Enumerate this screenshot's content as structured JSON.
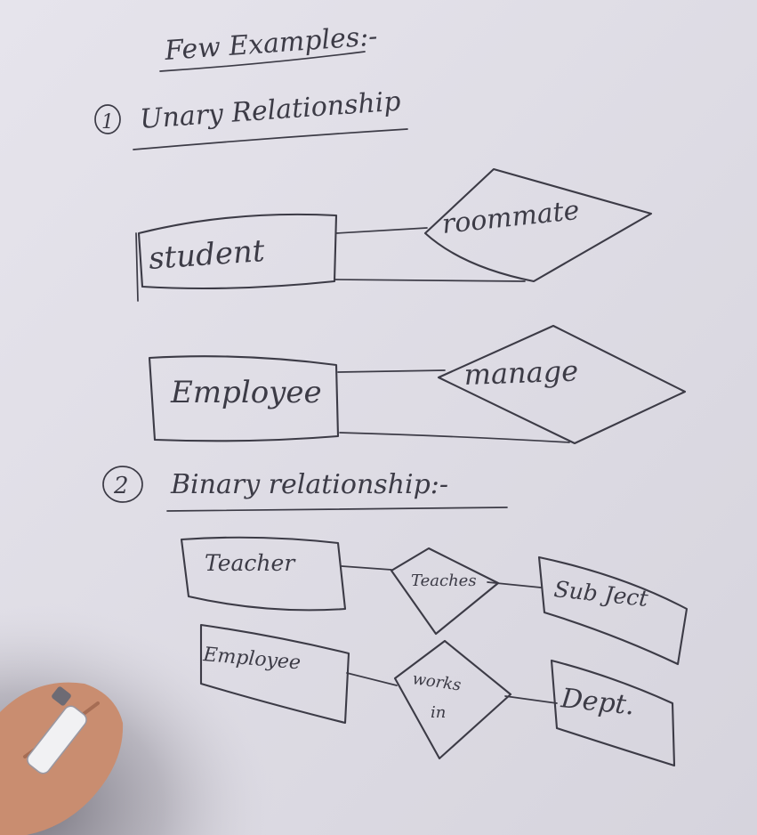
{
  "title": "Few Examples:-",
  "sections": [
    {
      "number": "1",
      "heading": "Unary Relationship",
      "examples": [
        {
          "entity": "student",
          "relationship": "roommate"
        },
        {
          "entity": "Employee",
          "relationship": "manage"
        }
      ]
    },
    {
      "number": "2",
      "heading": "Binary relationship:-",
      "examples": [
        {
          "entity_left": "Teacher",
          "relationship": "Teaches",
          "entity_right": "Sub Ject"
        },
        {
          "entity_left": "Employee",
          "relationship_line1": "works",
          "relationship_line2": "in",
          "entity_right": "Dept."
        }
      ]
    }
  ],
  "colors": {
    "board": "#d9d7e0",
    "ink": "#3c3b46",
    "shadow": "#7d7a83",
    "skin": "#c98d70",
    "marker": "#f1f1f3"
  }
}
